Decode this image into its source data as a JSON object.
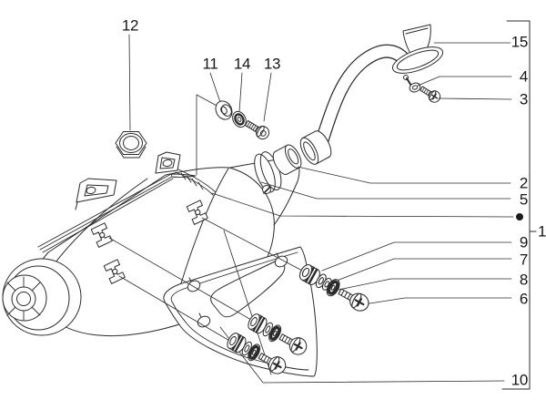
{
  "colors": {
    "background": "#ffffff",
    "line": "#2b2b2b",
    "dark_fill": "#1c1c1c"
  },
  "callouts": {
    "c1": "1",
    "c2": "2",
    "c3": "3",
    "c4": "4",
    "c5": "5",
    "c6": "6",
    "c7": "7",
    "c8": "8",
    "c9": "9",
    "c10": "10",
    "c11": "11",
    "c12": "12",
    "c13": "13",
    "c14": "14",
    "c15": "15"
  }
}
